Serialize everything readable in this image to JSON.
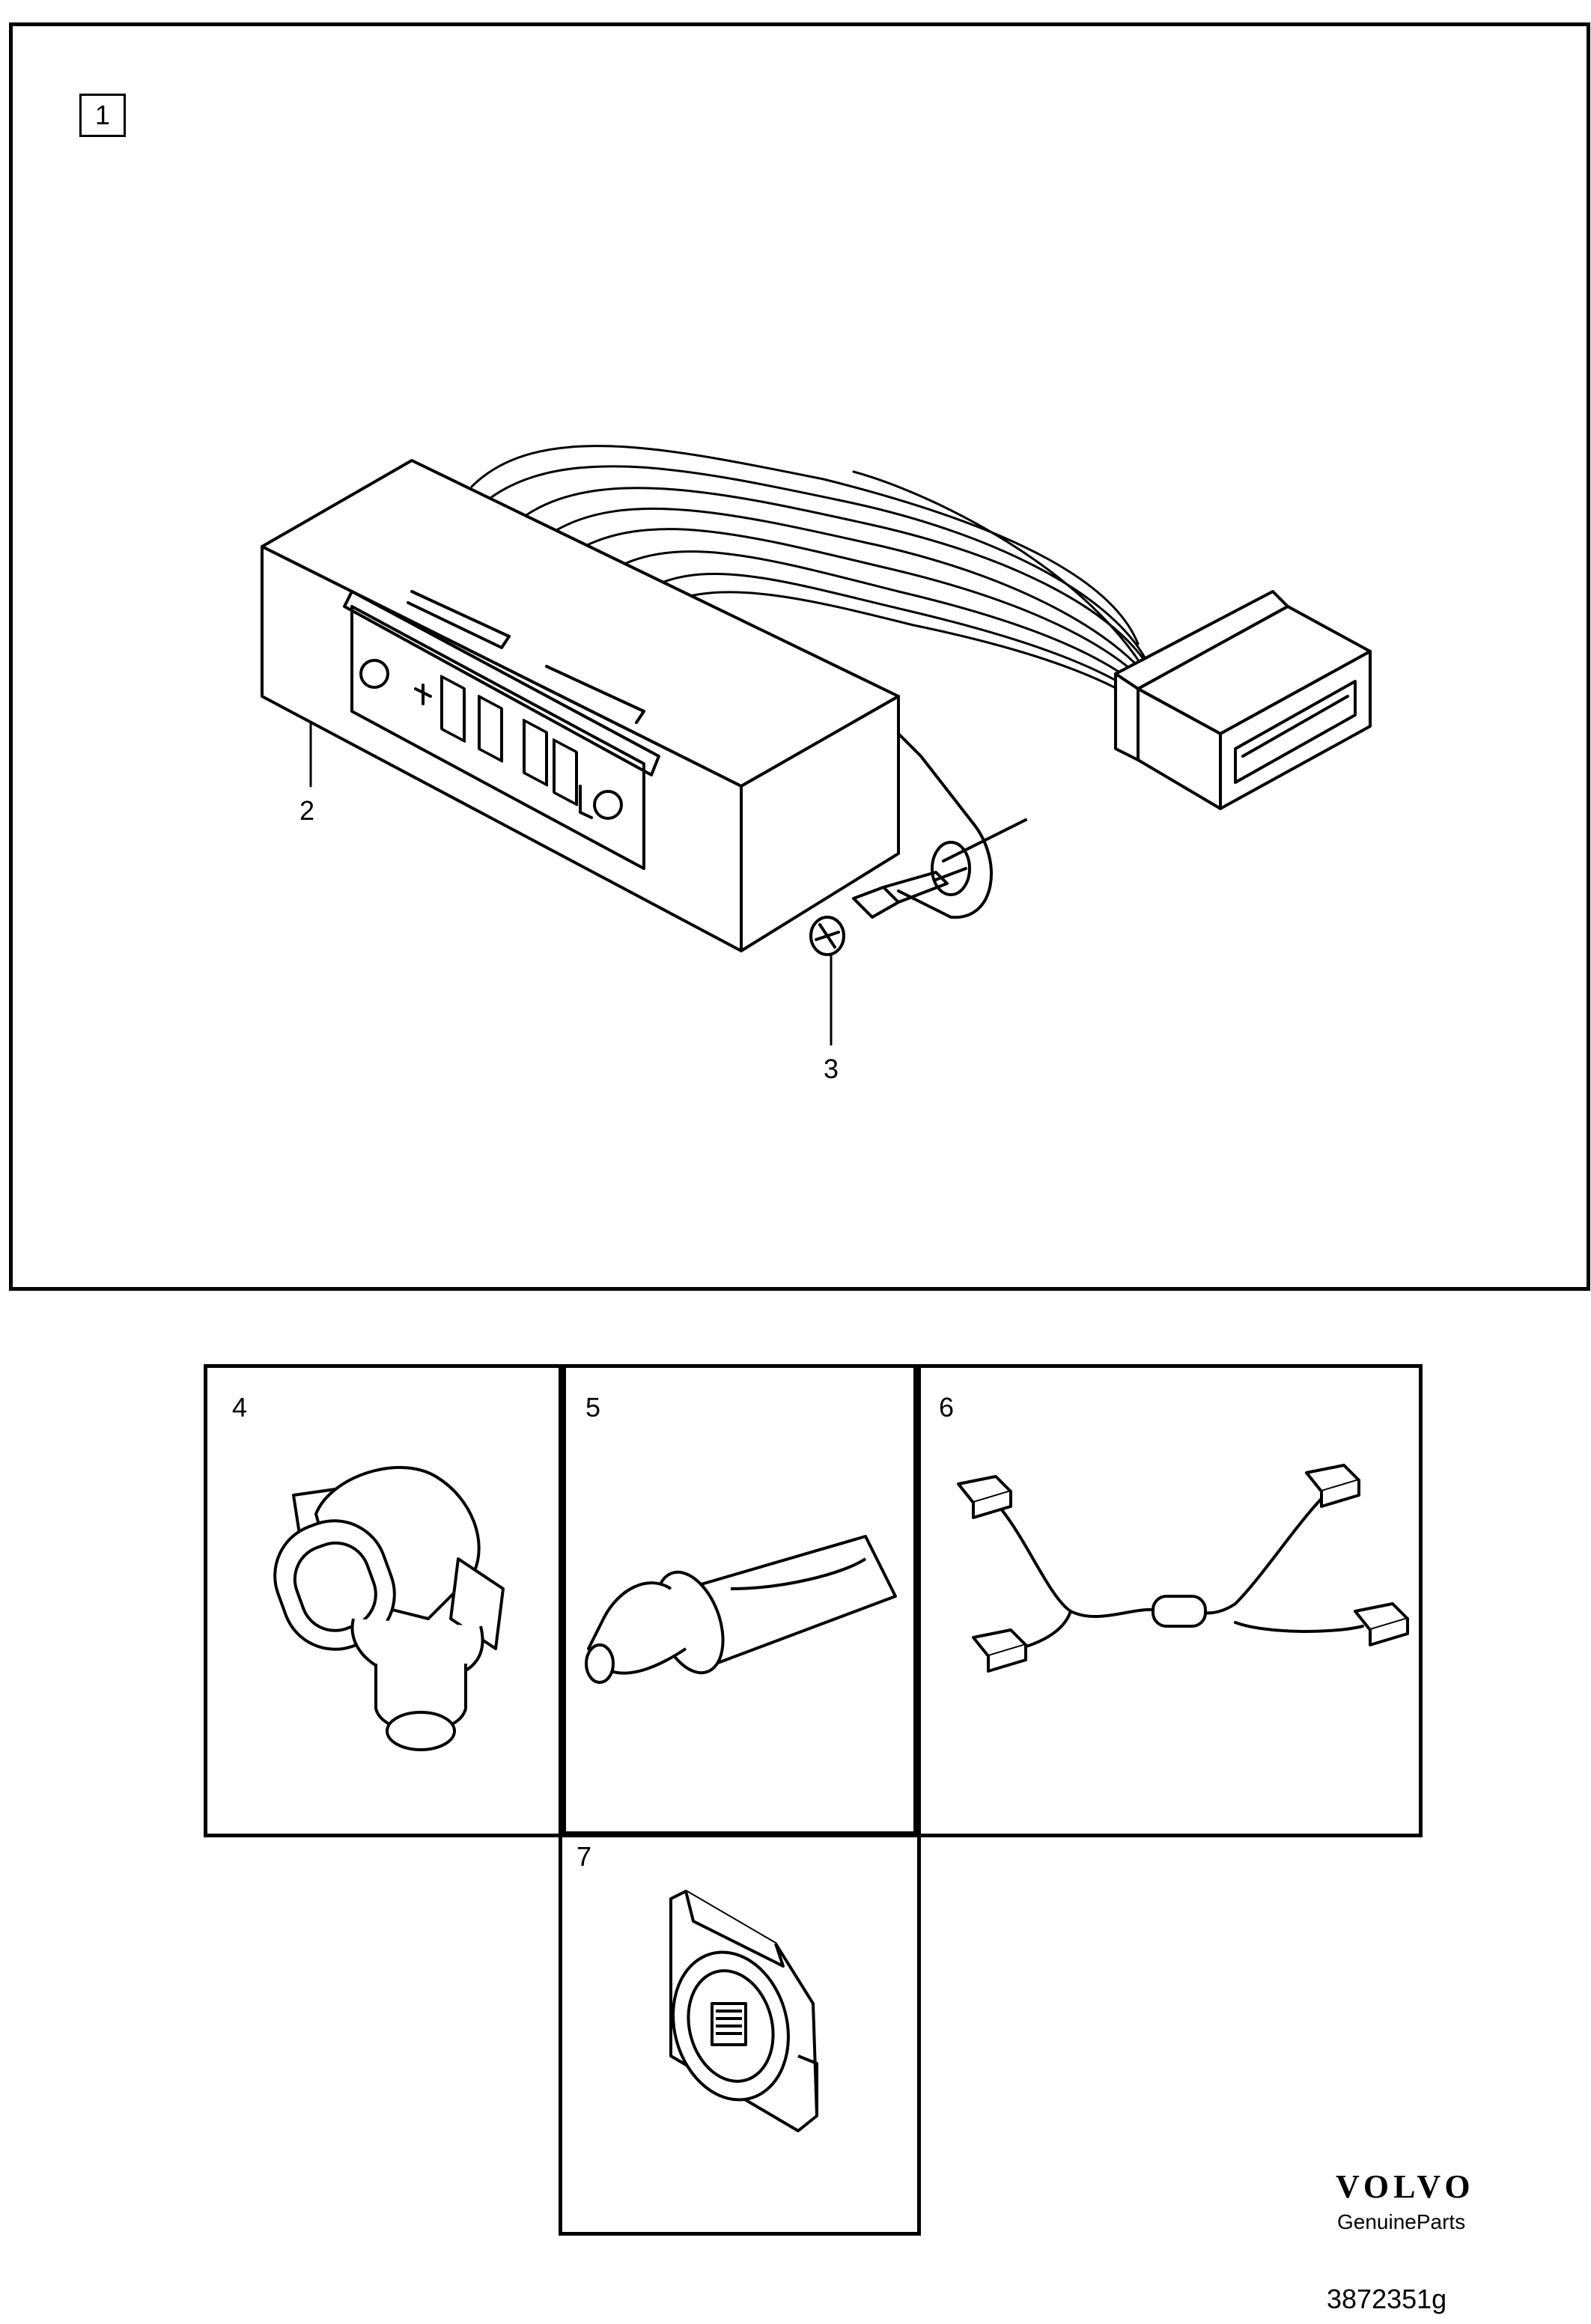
{
  "main_diagram": {
    "group_label": "1",
    "callouts": {
      "display_unit": "2",
      "screw": "3"
    }
  },
  "sub_panels": [
    {
      "label": "4",
      "part": "connector"
    },
    {
      "label": "5",
      "part": "sealant-tube"
    },
    {
      "label": "6",
      "part": "y-cable-harness"
    },
    {
      "label": "7",
      "part": "sensor"
    }
  ],
  "brand": {
    "name": "VOLVO",
    "subtitle": "GenuineParts",
    "reference": "3872351g"
  }
}
